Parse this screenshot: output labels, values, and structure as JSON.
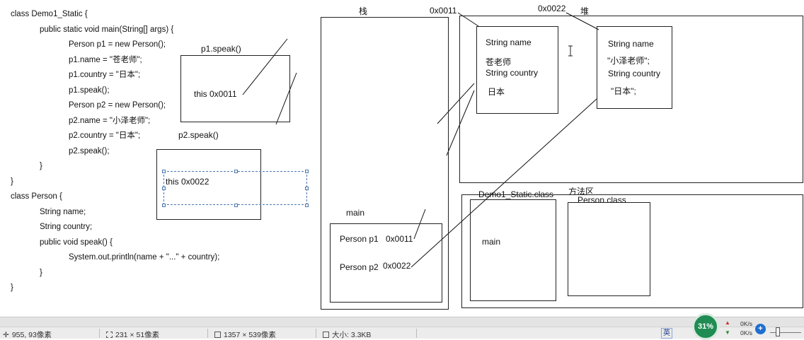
{
  "code": [
    {
      "text": "class Demo1_Static {",
      "indent": 0
    },
    {
      "text": "public static void main(String[] args) {",
      "indent": 1
    },
    {
      "text": "Person p1 = new Person();",
      "indent": 2
    },
    {
      "text": "p1.name = \"苍老师\";",
      "indent": 2
    },
    {
      "text": "p1.country = \"日本\";",
      "indent": 2
    },
    {
      "text": "p1.speak();",
      "indent": 2
    },
    {
      "text": "Person p2 = new Person();",
      "indent": 2
    },
    {
      "text": "p2.name = \"小泽老师\";",
      "indent": 2
    },
    {
      "text": "p2.country = \"日本\";",
      "indent": 2
    },
    {
      "text": "p2.speak();",
      "indent": 2
    },
    {
      "text": "}",
      "indent": 1
    },
    {
      "text": "}",
      "indent": 0
    },
    {
      "text": "class Person {",
      "indent": 0
    },
    {
      "text": "String name;",
      "indent": 1
    },
    {
      "text": "String country;",
      "indent": 1
    },
    {
      "text": "public void speak() {",
      "indent": 1
    },
    {
      "text": "System.out.println(name + \"...\" + country);",
      "indent": 2
    },
    {
      "text": "}",
      "indent": 1
    },
    {
      "text": "}",
      "indent": 0
    }
  ],
  "frames": {
    "p1_speak_label": "p1.speak()",
    "p1_this": "this 0x0011",
    "p2_speak_label": "p2.speak()",
    "p2_this": "this 0x0022"
  },
  "stack": {
    "title": "栈",
    "main_label": "main",
    "p1_label": "Person p1",
    "p1_addr": "0x0011",
    "p2_label": "Person p2",
    "p2_addr": "0x0022"
  },
  "heap": {
    "title": "堆",
    "obj1": {
      "addr": "0x0011",
      "field1": "String name",
      "value1": "苍老师",
      "field2": "String country",
      "value2": "日本"
    },
    "obj2": {
      "addr": "0x0022",
      "field1": "String name",
      "value1": "\"小泽老师\";",
      "field2": "String country",
      "value2": "\"日本\";"
    }
  },
  "method_area": {
    "title": "方法区",
    "demo_class": "Demo1_Static.class",
    "demo_main": "main",
    "person_class": "Person.class"
  },
  "statusbar": {
    "cursor_pos": "955, 93像素",
    "selection_size": "231 × 51像素",
    "image_size": "1357 × 539像素",
    "file_size": "大小: 3.3KB",
    "ime": "英",
    "cpu": "31%",
    "net_up": "0K/s",
    "net_down": "0K/s",
    "plus": "+"
  }
}
